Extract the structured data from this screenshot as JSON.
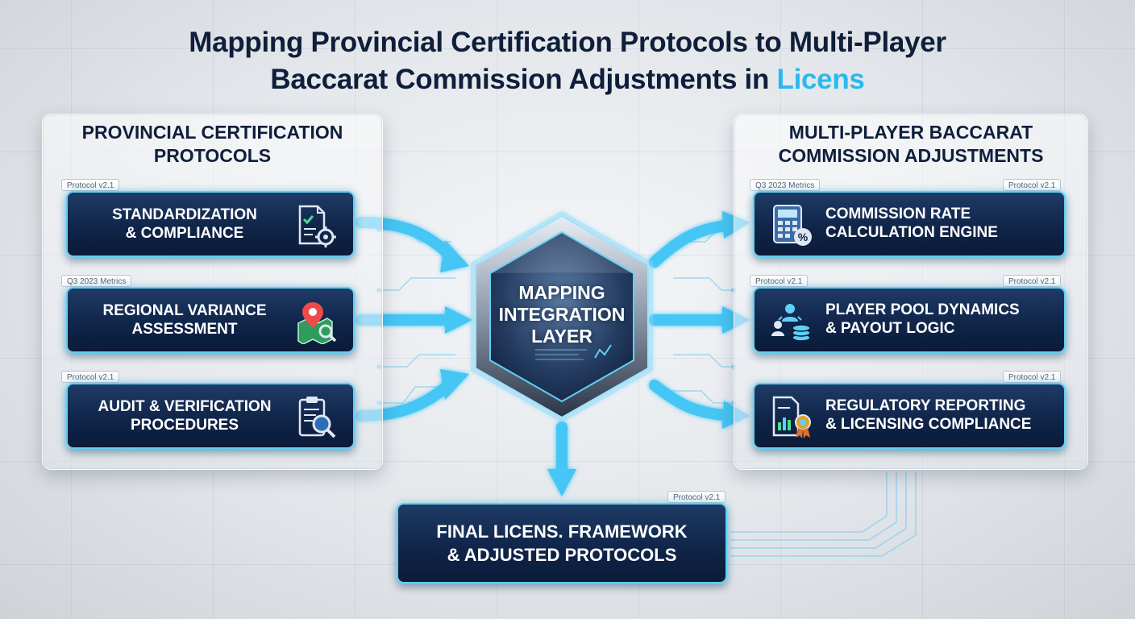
{
  "title": {
    "line1": "Mapping Provincial Certification Protocols to Multi-Player",
    "line2": "Baccarat Commission Adjustments in ",
    "highlight": "Licens"
  },
  "colors": {
    "accent": "#2ab8ee",
    "card": "#10254a",
    "card_border": "#5fd0f6",
    "title": "#0f1e3a"
  },
  "left_panel": {
    "title": "PROVINCIAL CERTIFICATION\nPROTOCOLS",
    "items": [
      {
        "tag": "Protocol v2.1",
        "label": "STANDARDIZATION\n& COMPLIANCE",
        "icon": "checklist-gear-icon"
      },
      {
        "tag": "Q3 2023 Metrics",
        "label": "REGIONAL VARIANCE\nASSESSMENT",
        "icon": "map-pin-icon"
      },
      {
        "tag": "Protocol v2.1",
        "label": "AUDIT & VERIFICATION\nPROCEDURES",
        "icon": "clipboard-magnifier-icon"
      }
    ]
  },
  "center": {
    "label": "MAPPING\nINTEGRATION\nLAYER",
    "icon": "hexagon-core-icon"
  },
  "right_panel": {
    "title": "MULTI-PLAYER BACCARAT\nCOMMISSION ADJUSTMENTS",
    "items": [
      {
        "tag_left": "Q3 2023 Metrics",
        "tag_right": "Protocol v2.1",
        "label": "COMMISSION RATE\nCALCULATION ENGINE",
        "icon": "calculator-percent-icon"
      },
      {
        "tag_left": "Protocol v2.1",
        "tag_right": "Protocol v2.1",
        "label": "PLAYER POOL DYNAMICS\n& PAYOUT LOGIC",
        "icon": "users-coins-icon"
      },
      {
        "tag_right": "Protocol v2.1",
        "label": "REGULATORY REPORTING\n& LICENSING COMPLIANCE",
        "icon": "report-badge-icon"
      }
    ]
  },
  "final": {
    "tag": "Protocol v2.1",
    "label": "FINAL LICENS. FRAMEWORK\n& ADJUSTED PROTOCOLS"
  }
}
